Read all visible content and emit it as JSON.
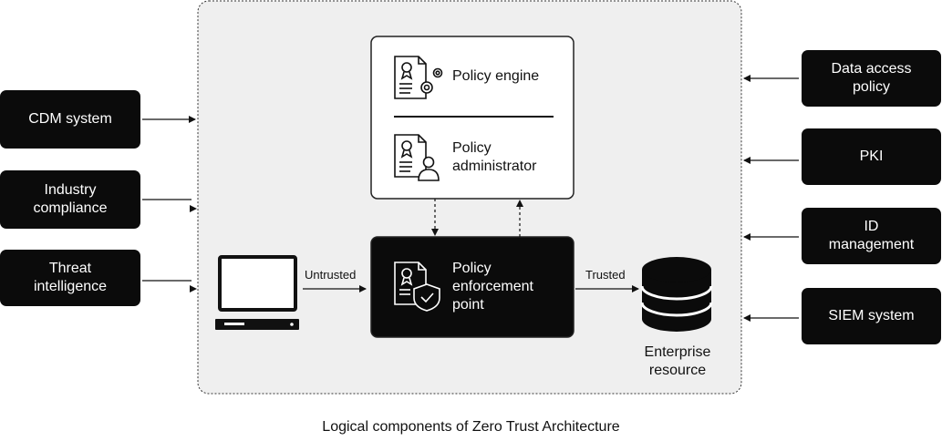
{
  "sources_left": [
    {
      "label": "CDM system"
    },
    {
      "label": "Industry\ncompliance"
    },
    {
      "label": "Threat\nintelligence"
    }
  ],
  "sources_right": [
    {
      "label": "Data access\npolicy"
    },
    {
      "label": "PKI"
    },
    {
      "label": "ID\nmanagement"
    },
    {
      "label": "SIEM system"
    }
  ],
  "policy_engine": {
    "label": "Policy engine"
  },
  "policy_administrator": {
    "label": "Policy\nadministrator"
  },
  "enforcement_point": {
    "label": "Policy\nenforcement\npoint"
  },
  "flow": {
    "untrusted_label": "Untrusted",
    "trusted_label": "Trusted"
  },
  "enterprise_resource": {
    "label": "Enterprise\nresource"
  },
  "caption": "Logical components of Zero Trust Architecture"
}
